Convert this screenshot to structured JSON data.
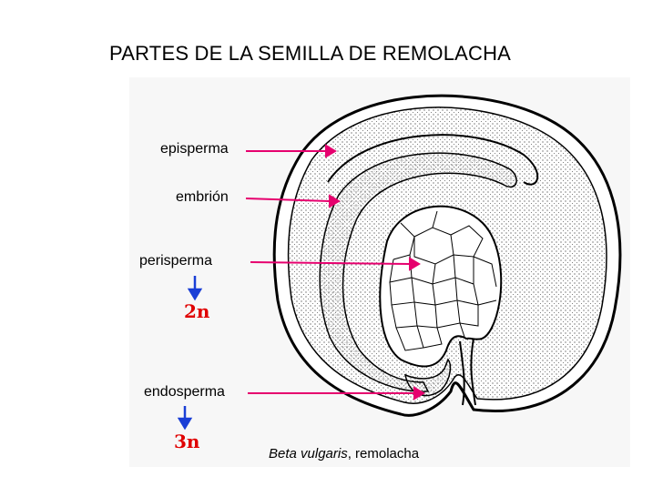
{
  "title": "PARTES DE LA SEMILLA DE REMOLACHA",
  "labels": {
    "episperma": "episperma",
    "embrion": "embrión",
    "perisperma": "perisperma",
    "endosperma": "endosperma"
  },
  "ploidy": {
    "perisperma": "2n",
    "endosperma": "3n"
  },
  "caption": {
    "species": "Beta vulgaris",
    "rest": ", remolacha"
  },
  "colors": {
    "pointer": "#e6006e",
    "ploidy_arrow": "#1a3fd6",
    "ploidy_text": "#e00000"
  }
}
